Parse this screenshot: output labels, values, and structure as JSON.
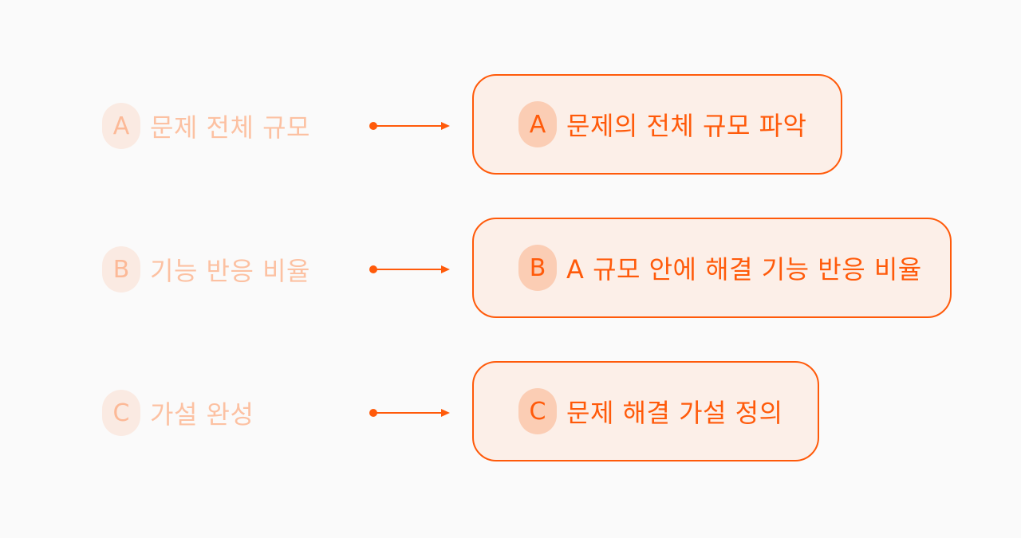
{
  "colors": {
    "accent": "#ff5a0a",
    "box_fill": "#fcefe8",
    "badge_fill": "#fbcdb4",
    "background": "#fafafa"
  },
  "rows": [
    {
      "left": {
        "letter": "A",
        "label": "문제 전체 규모"
      },
      "right": {
        "letter": "A",
        "label": "문제의 전체 규모 파악"
      }
    },
    {
      "left": {
        "letter": "B",
        "label": "기능 반응 비율"
      },
      "right": {
        "letter": "B",
        "label": "A 규모 안에 해결 기능 반응 비율"
      }
    },
    {
      "left": {
        "letter": "C",
        "label": "가설 완성"
      },
      "right": {
        "letter": "C",
        "label": "문제 해결 가설 정의"
      }
    }
  ]
}
